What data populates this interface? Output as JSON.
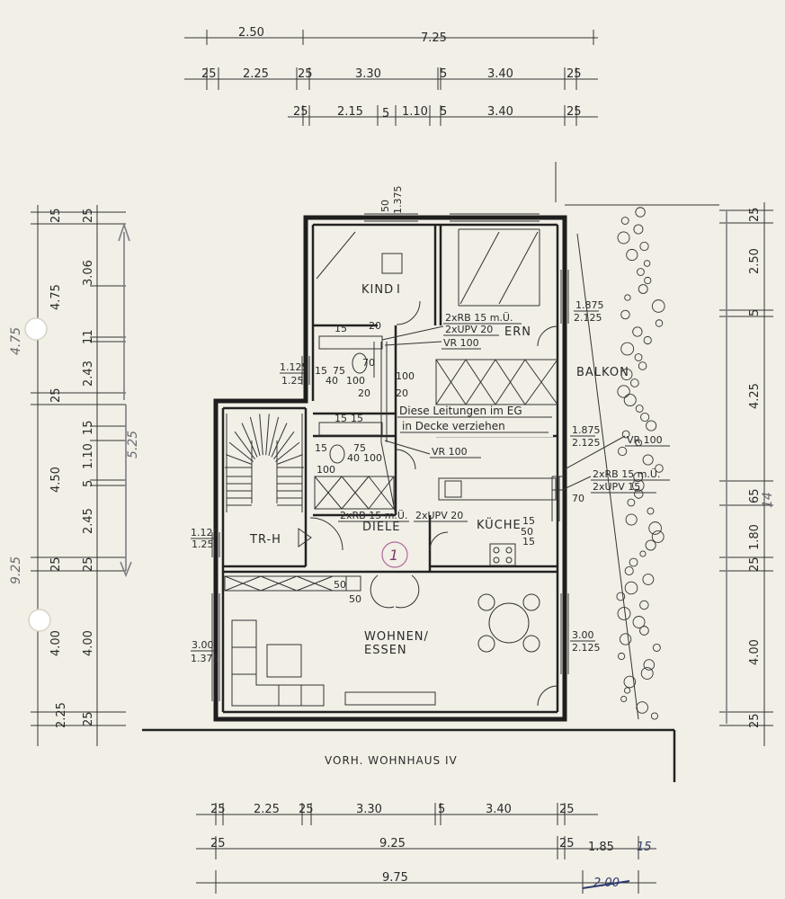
{
  "top_dims": {
    "row1": [
      "2.50",
      "7.25"
    ],
    "row2": [
      "25",
      "2.25",
      "25",
      "3.30",
      "5",
      "3.40",
      "25"
    ],
    "row3": [
      "25",
      "2.15",
      "5",
      "1.10",
      "5",
      "3.40",
      "25"
    ]
  },
  "bottom_dims": {
    "row1": [
      "25",
      "2.25",
      "25",
      "3.30",
      "5",
      "3.40",
      "25"
    ],
    "row2": [
      "25",
      "9.25",
      "25",
      "1.85",
      "15"
    ],
    "row3": [
      "9.75",
      "2.00"
    ]
  },
  "left_outer_dims": [
    "25",
    "4.75",
    "25",
    "4.50",
    "25",
    "4.00",
    "2.25"
  ],
  "left_inner_dims": [
    "25",
    "3.06",
    "11",
    "2.43",
    "15",
    "1.10",
    "5",
    "2.45",
    "25",
    "4.00",
    "25"
  ],
  "right_dims": [
    "25",
    "2.50",
    "5",
    "4.25",
    "65",
    "1.80",
    "25",
    "4.00",
    "25"
  ],
  "rooms": {
    "kind": "KIND",
    "kind_num": "I",
    "diele": "DIELE",
    "kueche": "KÜCHE",
    "balkon": "BALKON",
    "wohnen": "WOHNEN/",
    "essen": "ESSEN",
    "trh": "TR-H",
    "ern": "ERN"
  },
  "window_labels": {
    "left_top": [
      "1.125",
      "1.25"
    ],
    "left_mid": [
      "1.125",
      "1.25"
    ],
    "left_bot": [
      "3.00",
      "1.375"
    ],
    "right_top": [
      "1.875",
      "2.125"
    ],
    "right_mid": [
      "1.875",
      "2.125"
    ],
    "right_bot": [
      "3.00",
      "2.125"
    ],
    "top_win": [
      "50",
      "1.375"
    ]
  },
  "pipe_notes": {
    "rb_top": "2xRB 15 m.Ü.",
    "upv_top": "2xUPV 20",
    "vr_top": "VR 100",
    "note1": "Diese Leitungen im EG",
    "note2": "in Decke verziehen",
    "vr_mid": "VR 100",
    "vr_right": "VR 100",
    "rb_right": "2xRB 15 m.Ü.",
    "upv_right": "2xUPV 15",
    "rb_diele": "2xRB 15 m.Ü.",
    "upv_diele": "2xUPV 20"
  },
  "small_nums": {
    "bath1": [
      "15",
      "20",
      "15",
      "75",
      "40",
      "100",
      "70",
      "100",
      "20",
      "20"
    ],
    "bath2": [
      "15",
      "15",
      "15",
      "75",
      "40",
      "100",
      "100"
    ],
    "kitchen": [
      "15",
      "50",
      "15",
      "70"
    ],
    "wohnen": [
      "50",
      "50"
    ]
  },
  "footer_label": "VORH. WOHNHAUS IV",
  "pencil": {
    "left_top": "4.75",
    "left_mid": "5.25",
    "left_low": "9.25",
    "right_mid": "14",
    "circle_num": "1"
  }
}
